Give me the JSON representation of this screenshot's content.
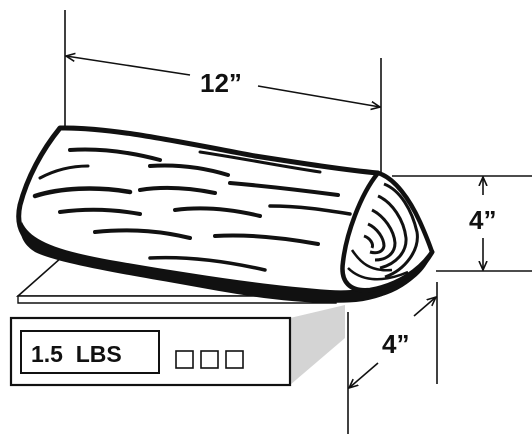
{
  "dimensions": {
    "length_label": "12”",
    "height_label": "4”",
    "depth_label": "4”"
  },
  "scale": {
    "display_text": "1.5  LBS",
    "button_count": 3
  },
  "colors": {
    "ink": "#111111",
    "scale_shadow": "#d4d4d4",
    "background": "#ffffff"
  }
}
